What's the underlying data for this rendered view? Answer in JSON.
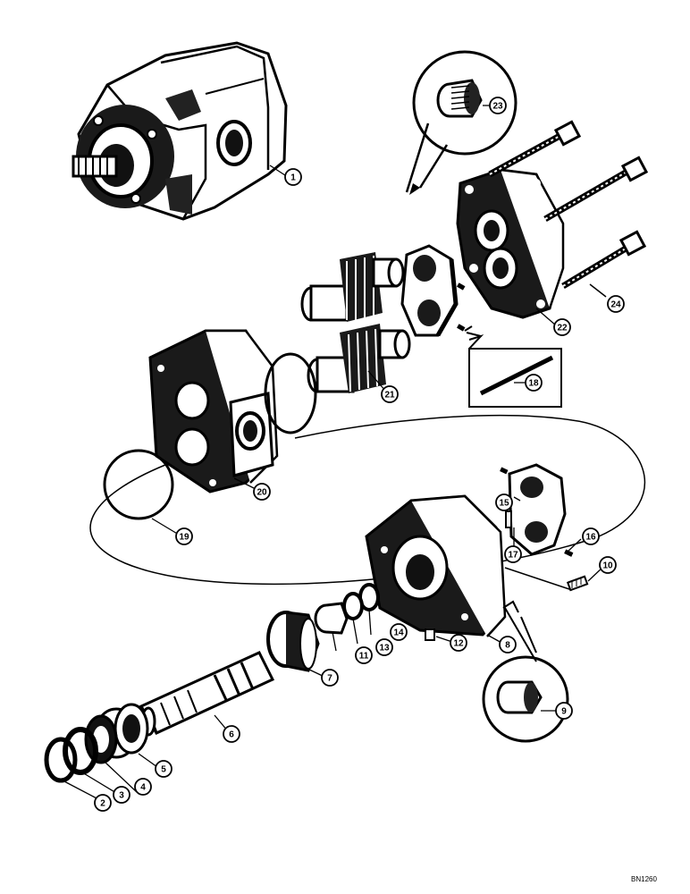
{
  "diagram": {
    "drawing_code": "BN1260",
    "callouts": [
      "1",
      "2",
      "3",
      "4",
      "5",
      "6",
      "7",
      "8",
      "9",
      "10",
      "11",
      "12",
      "13",
      "14",
      "15",
      "16",
      "17",
      "18",
      "19",
      "20",
      "21",
      "22",
      "23",
      "24"
    ]
  },
  "colors": {
    "ink": "#000000",
    "paper": "#ffffff",
    "shade": "#1a1a1a"
  },
  "parts": [
    {
      "id": "1",
      "name": "pump-assembly-icon"
    },
    {
      "id": "2",
      "name": "snap-ring-icon"
    },
    {
      "id": "3",
      "name": "seal-ring-icon"
    },
    {
      "id": "4",
      "name": "seal-icon"
    },
    {
      "id": "5",
      "name": "bearing-icon"
    },
    {
      "id": "6",
      "name": "drive-shaft-icon"
    },
    {
      "id": "7",
      "name": "bearing-cup-icon"
    },
    {
      "id": "8",
      "name": "front-cover-icon"
    },
    {
      "id": "9",
      "name": "needle-bearing-icon"
    },
    {
      "id": "10",
      "name": "fitting-icon"
    },
    {
      "id": "11",
      "name": "cone-icon"
    },
    {
      "id": "12",
      "name": "plug-icon"
    },
    {
      "id": "13",
      "name": "washer-icon"
    },
    {
      "id": "14",
      "name": "seal-icon"
    },
    {
      "id": "15",
      "name": "wear-plate-icon"
    },
    {
      "id": "16",
      "name": "pin-icon"
    },
    {
      "id": "17",
      "name": "pin-icon"
    },
    {
      "id": "18",
      "name": "rod-icon"
    },
    {
      "id": "19",
      "name": "o-ring-icon"
    },
    {
      "id": "20",
      "name": "gear-housing-icon"
    },
    {
      "id": "21",
      "name": "gear-icon"
    },
    {
      "id": "22",
      "name": "rear-cover-icon"
    },
    {
      "id": "23",
      "name": "needle-bearing-icon"
    },
    {
      "id": "24",
      "name": "bolt-icon"
    }
  ]
}
